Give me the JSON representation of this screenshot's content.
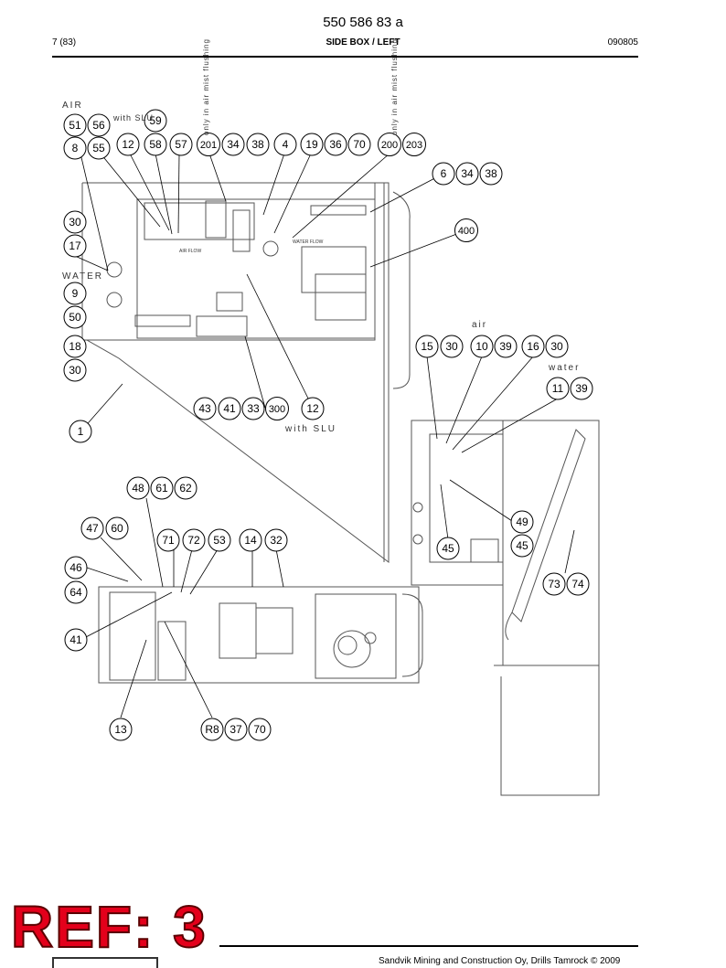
{
  "header": {
    "document_number": "550 586 83 a",
    "page": "7 (83)",
    "section_title": "SIDE BOX / LEFT",
    "date": "090805"
  },
  "labels": {
    "air": "AIR",
    "water": "WATER",
    "with_slu_top": "with SLU",
    "only_in_air_mist_left": "only in air mist flushing",
    "only_in_air_mist_right": "only in air mist flushing",
    "with_slu_mid": "with SLU",
    "air_right": "air",
    "water_right": "water",
    "air_flow": "AIR FLOW",
    "water_flow": "WATER FLOW"
  },
  "callouts": {
    "top": [
      "51",
      "56",
      "59",
      "8",
      "55",
      "12",
      "58",
      "57",
      "201",
      "34",
      "38",
      "4",
      "19",
      "36",
      "70",
      "200",
      "203",
      "6",
      "34",
      "38",
      "30",
      "17",
      "400",
      "9",
      "50",
      "18",
      "30",
      "43",
      "41",
      "33",
      "300",
      "12",
      "1"
    ],
    "right": [
      "15",
      "30",
      "10",
      "39",
      "16",
      "30",
      "11",
      "39",
      "49",
      "45",
      "45",
      "73",
      "74"
    ],
    "bottom": [
      "48",
      "61",
      "62",
      "47",
      "60",
      "71",
      "72",
      "53",
      "14",
      "32",
      "46",
      "64",
      "41",
      "13",
      "R8",
      "37",
      "70"
    ]
  },
  "footer": {
    "ref": "REF: 3",
    "copyright": "Sandvik Mining and Construction Oy, Drills Tamrock © 2009"
  }
}
